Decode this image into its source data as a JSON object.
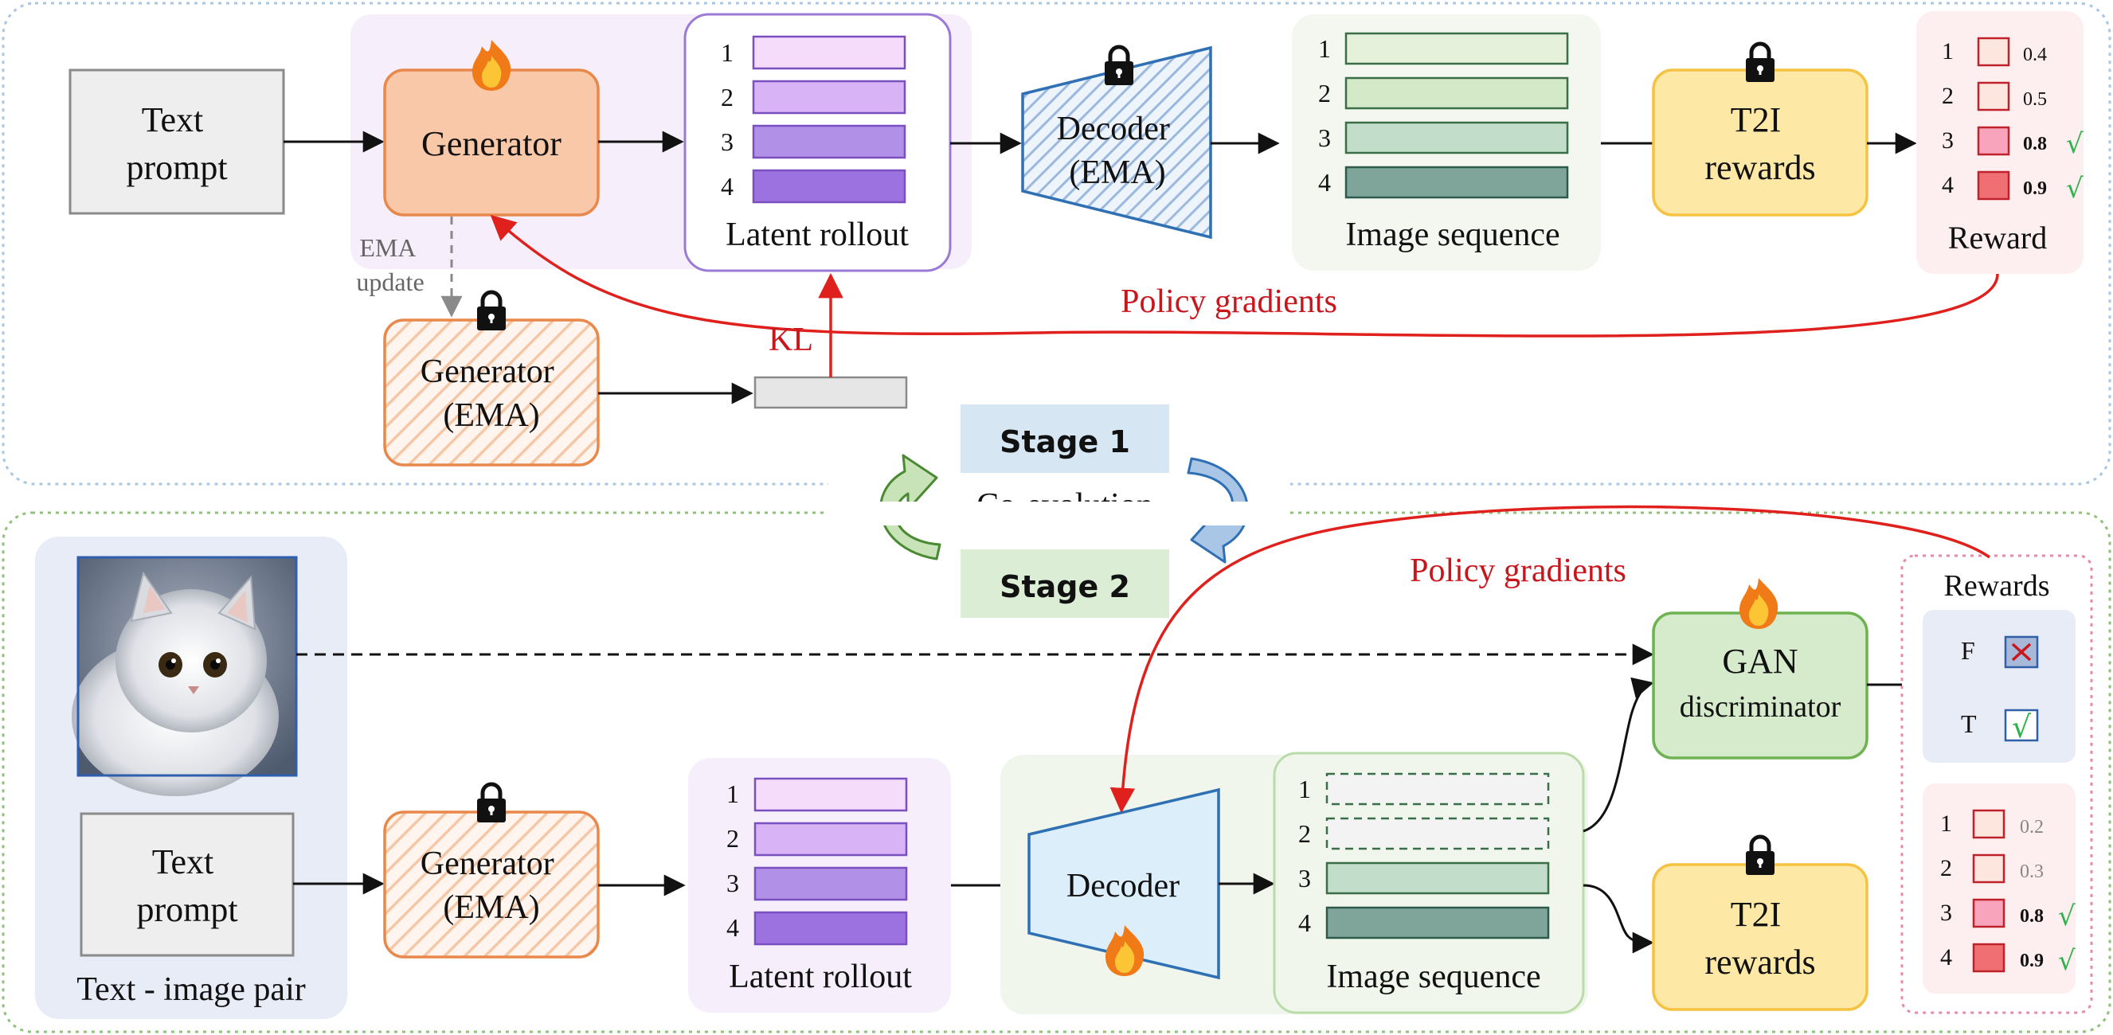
{
  "stage1": {
    "text_prompt": [
      "Text",
      "prompt"
    ],
    "generator": "Generator",
    "generator_ema": [
      "Generator",
      "(EMA)"
    ],
    "ema_update": [
      "EMA",
      "update"
    ],
    "latent_rollout": "Latent rollout",
    "latent_indices": [
      "1",
      "2",
      "3",
      "4"
    ],
    "decoder": [
      "Decoder",
      "(EMA)"
    ],
    "image_sequence": "Image sequence",
    "image_indices": [
      "1",
      "2",
      "3",
      "4"
    ],
    "t2i": [
      "T2I",
      "rewards"
    ],
    "reward_title": "Reward",
    "reward_rows": [
      {
        "index": "1",
        "value": "0.4",
        "check": ""
      },
      {
        "index": "2",
        "value": "0.5",
        "check": ""
      },
      {
        "index": "3",
        "value": "0.8",
        "check": "√"
      },
      {
        "index": "4",
        "value": "0.9",
        "check": "√"
      }
    ],
    "policy_gradients": "Policy gradients",
    "kl": "KL"
  },
  "center": {
    "stage1_label": "Stage 1",
    "coevolution": "Co-evolution",
    "stage2_label": "Stage 2"
  },
  "stage2": {
    "text_prompt": [
      "Text",
      "prompt"
    ],
    "pair_label": "Text - image pair",
    "generator_ema": [
      "Generator",
      "(EMA)"
    ],
    "latent_rollout": "Latent rollout",
    "latent_indices": [
      "1",
      "2",
      "3",
      "4"
    ],
    "decoder": "Decoder",
    "image_sequence": "Image sequence",
    "image_indices": [
      "1",
      "2",
      "3",
      "4"
    ],
    "gan": [
      "GAN",
      "discriminator"
    ],
    "t2i": [
      "T2I",
      "rewards"
    ],
    "rewards_title": "Rewards",
    "fake_label": "F",
    "true_label": "T",
    "true_mark": "√",
    "reward_rows": [
      {
        "index": "1",
        "value": "0.2",
        "check": ""
      },
      {
        "index": "2",
        "value": "0.3",
        "check": ""
      },
      {
        "index": "3",
        "value": "0.8",
        "check": "√"
      },
      {
        "index": "4",
        "value": "0.9",
        "check": "√"
      }
    ],
    "policy_gradients": "Policy gradients"
  },
  "colors": {
    "orange_fill": "#f8c8a8",
    "orange_stroke": "#e8884a",
    "purple_stroke": "#9a7ad6",
    "latent_colors": [
      "#f6dcfb",
      "#d8b4f6",
      "#b190e8",
      "#9c72e0"
    ],
    "image_colors": [
      "#e6f1dc",
      "#d4e9c8",
      "#c2ddc9",
      "#7fa59a"
    ],
    "reward_colors": [
      "#fde6de",
      "#fde6de",
      "#f7a4bc",
      "#f06f72"
    ],
    "t2i_fill": "#fde8a6",
    "t2i_stroke": "#f5c242",
    "gan_fill": "#d6ebcc",
    "gan_stroke": "#6eb251",
    "decoder_fill": "#dbeefa",
    "decoder_stroke": "#2f6fb3",
    "arrow_red": "#e0201c",
    "stage1_fill": "#d7e6f3",
    "stage2_fill": "#dcedd5"
  },
  "icons": {
    "fire": "fire-icon",
    "lock": "lock-icon",
    "cycle_green": "cycle-arrow-green-icon",
    "cycle_blue": "cycle-arrow-blue-icon",
    "cross": "cross-icon",
    "check": "check-icon"
  },
  "images": {
    "cat": "cat-photo"
  }
}
